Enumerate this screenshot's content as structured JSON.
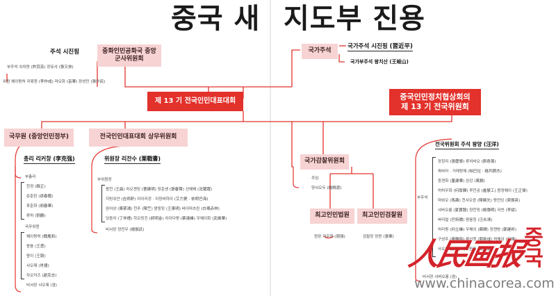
{
  "title_left": "중국 새",
  "title_right": "지도부 진용",
  "left_top": {
    "head": "주석 시진핑",
    "items": [
      "부주석 쉬치량 (許其亮) 장유샤 (張又俠)",
      "위원 웨이펑허 리쭤청 (李作成) 마오화 (苗華) 장성민 (張升民)"
    ]
  },
  "military_commission": {
    "line1": "중화인민공화국 중앙",
    "line2": "군사위원회"
  },
  "npc": "제 13 기 전국인민대표대회",
  "state_chair": {
    "label": "국가주석",
    "president": "국가주석 시진핑 (習近平)",
    "vice": "국가부주석 왕치산 (王岐山)"
  },
  "cppcc": {
    "line1": "중국인민정치협상회의",
    "line2": "제 13 기 전국위원회"
  },
  "state_council": {
    "label": "국무원 (중앙인민정부)",
    "premier": "총리 리커창 (李克强)",
    "vice_label": "부총리",
    "vice": [
      "한정 (韓正)",
      "쑨춘란 (孫春蘭)",
      "후춘화 (胡春華)",
      "류허 (劉鶴)"
    ],
    "councilor_label": "국무위원",
    "councilors": [
      "웨이펑허 (魏鳳和)",
      "왕융 (王勇)",
      "왕이 (王毅)",
      "샤오제 (肖捷)",
      "자오커즈 (趙克志)"
    ],
    "secretary": "비서장 샤오제 (겸)"
  },
  "npc_standing": {
    "label": "전국인민대표대회 상무위원회",
    "chair": "위원장 리잔수 (栗戰書)",
    "vice_label": "부위원장",
    "vice": [
      "왕천 (王晨) 차오젠밍 (曹建明) 장춘셴 (張春賢) 선웨웨 (沈躍躍)",
      "지빙쉬안 (吉炳軒) 아이리겅 · 이밍바하이 (艾力更 · 依明巴海)",
      "완어샹 (萬鄂湘) 천주 (陳竺) 왕둥밍 (王東明) 바이마츠린 (白瑪赤林)",
      "딩중리 (丁仲禮) 하오밍진 (郝明金) 차이다펑 (蔡達峰) 우웨이화 (武維華)"
    ],
    "secretary": "비서장 양전우 (楊振武)"
  },
  "supervision": {
    "label": "국가감찰위원회",
    "head_label": "주임",
    "head": "양샤오두 (楊曉渡)"
  },
  "court": {
    "label": "최고인민법원",
    "head": "원장 저우창 (周强)"
  },
  "procuratorate": {
    "label": "최고인민검찰원",
    "head": "검찰장 장쥔 (張軍)"
  },
  "cppcc_detail": {
    "chair": "전국위원회 주석 왕양 (汪洋)",
    "vice_label": "부주석",
    "vice": [
      "장칭리 (張慶黎) 류치바오 (劉奇葆)",
      "파바라 · 거례랑제 (帕巴拉 · 格列朗杰)",
      "둥젠화 (董建華) 완강 (萬鋼)",
      "허허우화 (何厚鏵) 루잔궁 (盧展工) 왕정웨이 (王正偉)",
      "마뱌오 (馬飆) 천샤오광 (陳曉光) 량전잉 (梁振英)",
      "샤바오룽 (夏寶龍) 양찬밍 (楊傳明) 리빈 (李斌)",
      "바터얼 (巴特爾) 왕융칭 (汪永清) ",
      "허리펑 (何立峰) 우웨이 (蘇輝) 정젠방 (鄭建邦)",
      "구성주 (辜勝阻) 류신청 (劉新成) 허웨이 (何維)",
      "사오훙 (邵鴻) 가오윈룽 (高雲龍)"
    ],
    "secretary": "비서장 샤바오룽 (겸)"
  },
  "watermark": {
    "brand": "人民画报",
    "side": "중국",
    "url": "www.chinacorea.com"
  },
  "colors": {
    "red": "#e3312b",
    "pink": "#f7d3d4",
    "line": "#e3312b",
    "divider": "#cccccc"
  }
}
